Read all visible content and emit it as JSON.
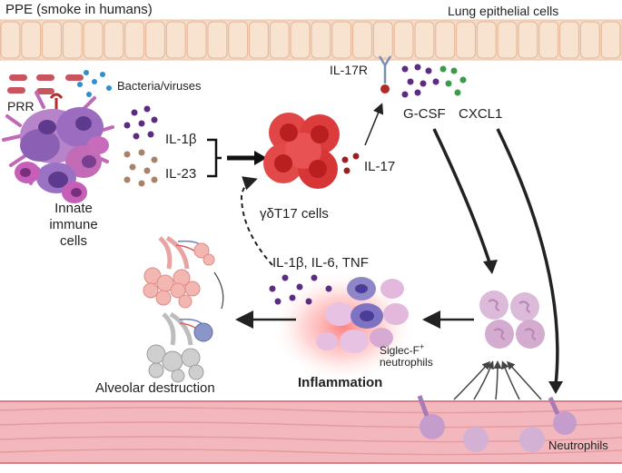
{
  "labels": {
    "ppe": "PPE (smoke in humans)",
    "lung": "Lung epithelial cells",
    "bacteria": "Bacteria/viruses",
    "prr": "PRR",
    "il1b": "IL-1β",
    "il23": "IL-23",
    "il17r": "IL-17R",
    "gcsf": "G-CSF",
    "cxcl1": "CXCL1",
    "il17": "IL-17",
    "gdt17": "γδT17 cells",
    "innate1": "Innate",
    "innate2": "immune",
    "innate3": "cells",
    "cytokines": "IL-1β, IL-6, TNF",
    "siglec1": "Siglec-F",
    "siglec_sup": "+",
    "siglec2": "neutrophils",
    "alveolar": "Alveolar destruction",
    "inflammation": "Inflammation",
    "neutrophils": "Neutrophils"
  },
  "colors": {
    "epithelium": "#f6dcc7",
    "vessel": "#f3b8bd",
    "gdt": "#d83a3a",
    "neutrophil": "#d7b3d4",
    "cytokine_purple": "#5b2c83",
    "cytokine_tan": "#a9826b",
    "cytokine_green": "#3b9b4a",
    "inflammation_glow": "#ff6b6b",
    "alveoli_pink": "#f0a8a4",
    "alveoli_grey": "#b8b8b8"
  }
}
